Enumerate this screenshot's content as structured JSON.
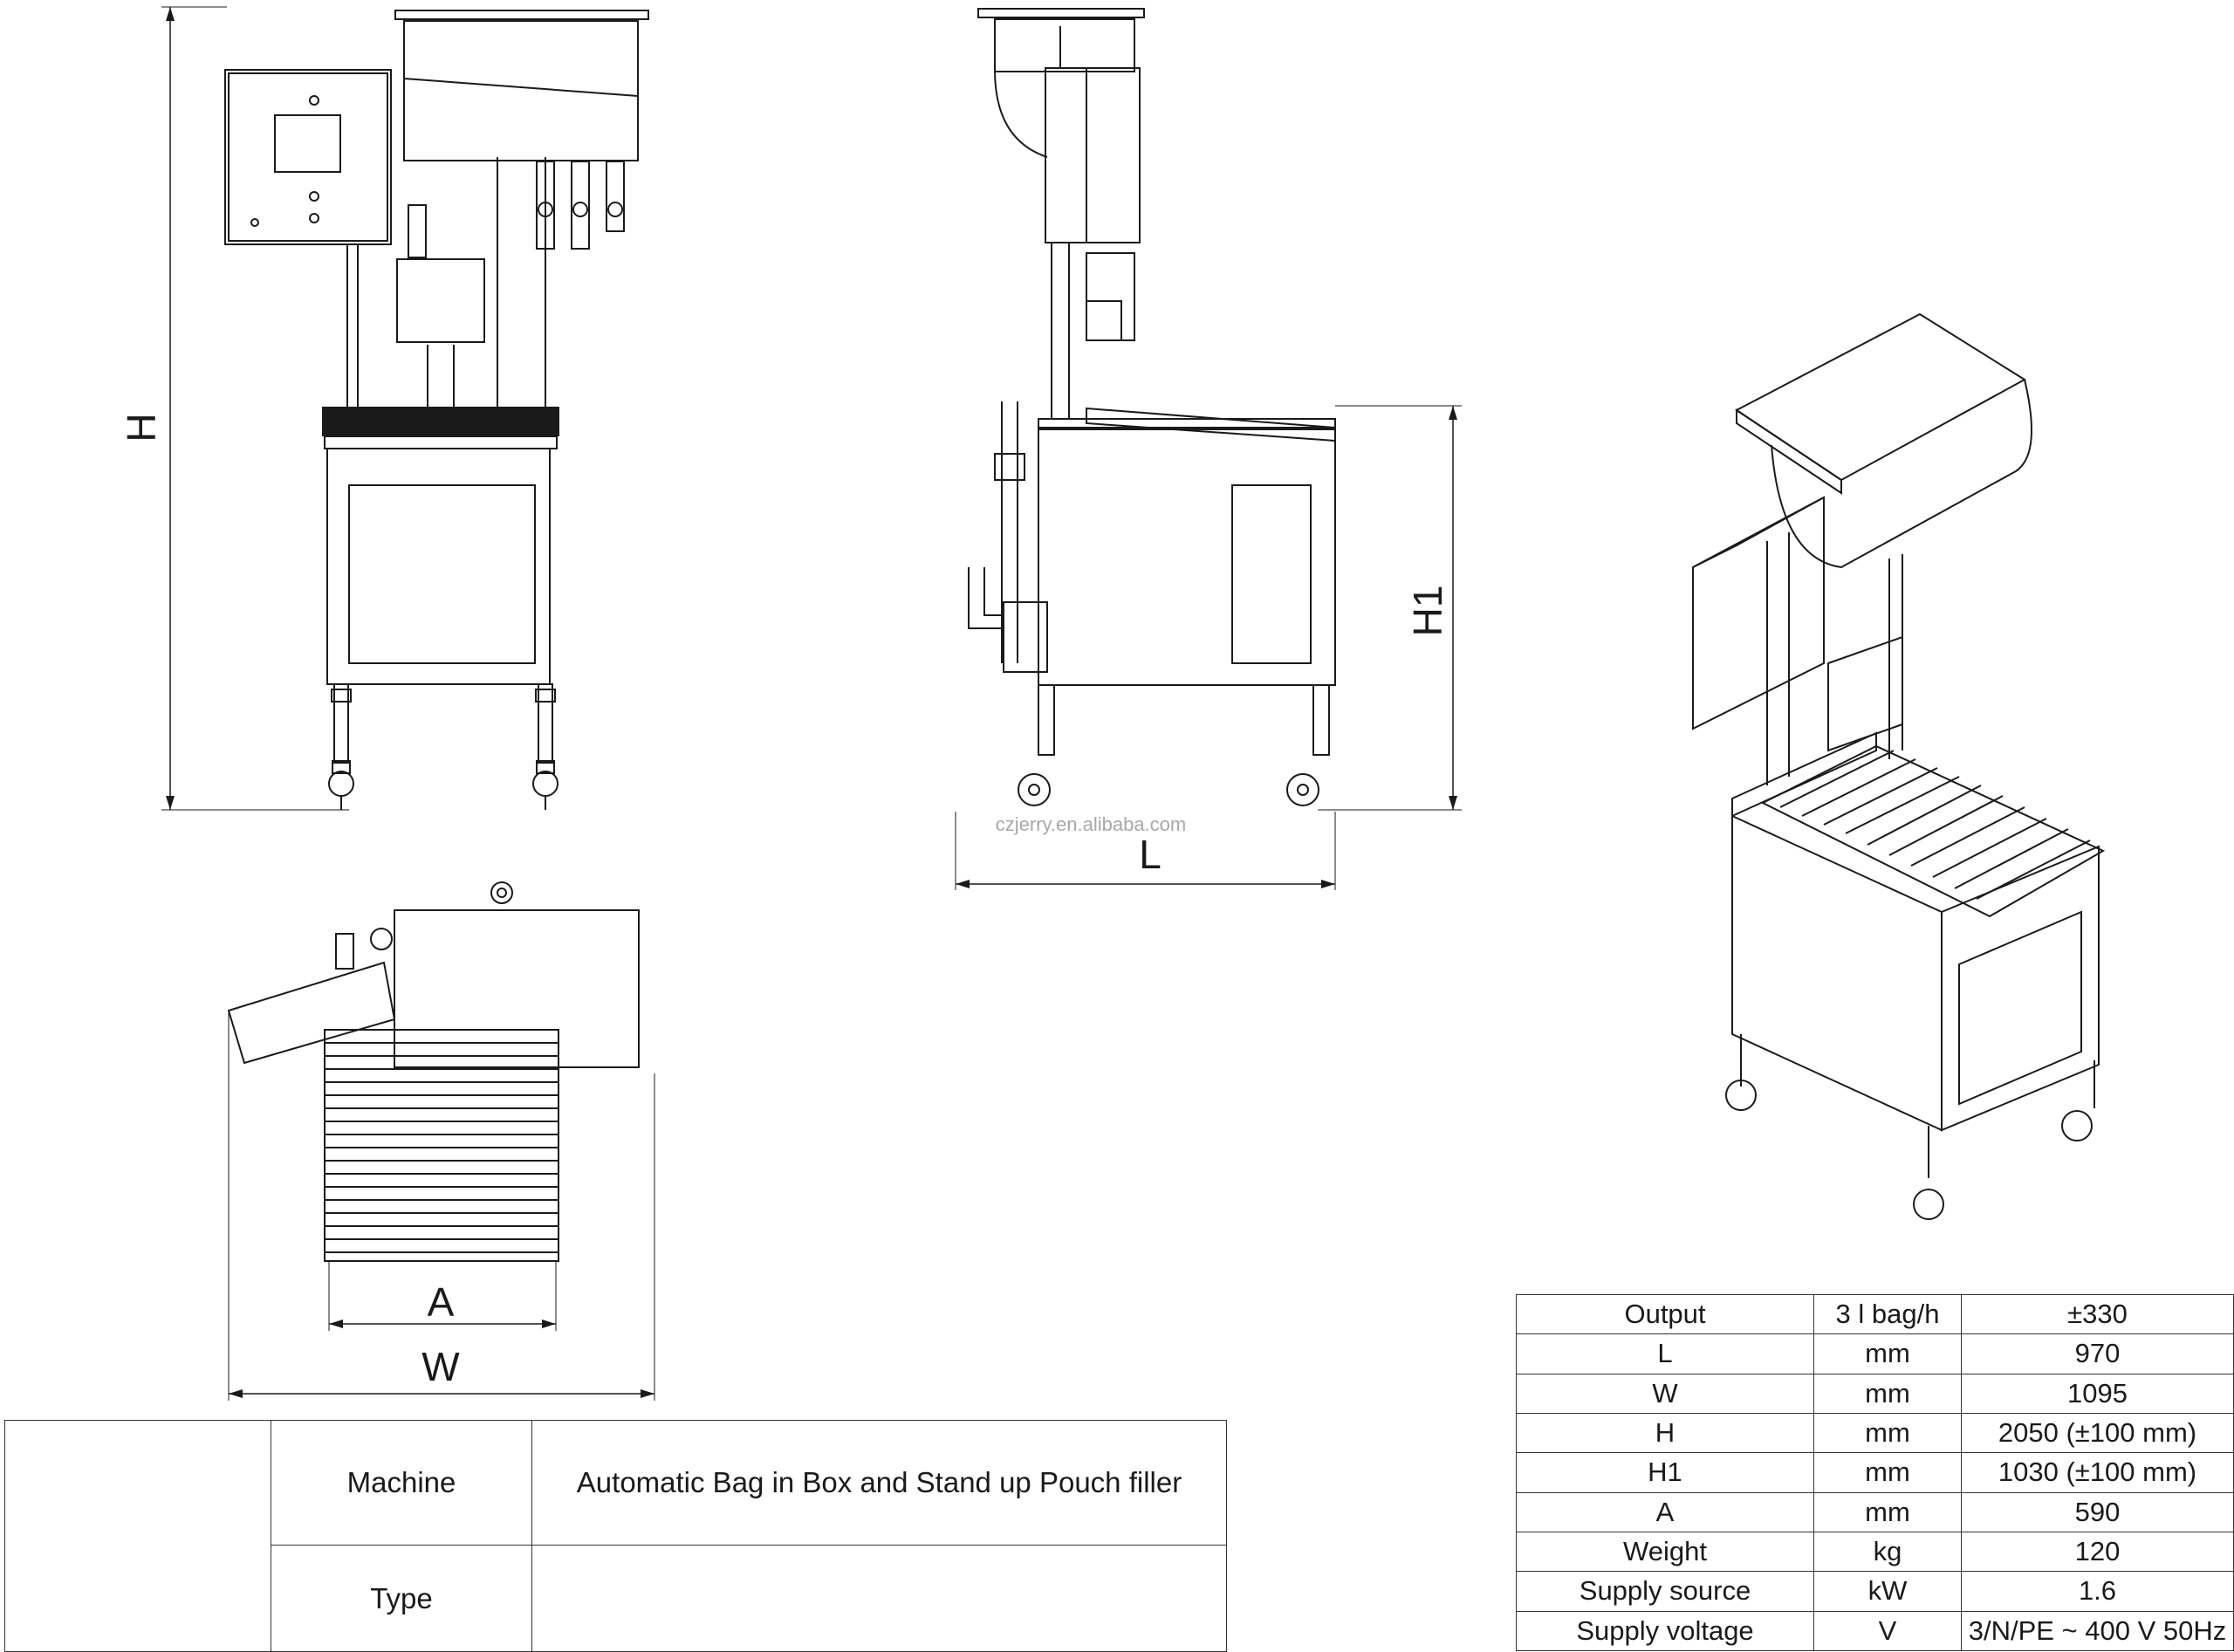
{
  "dimensions": {
    "height": "H",
    "height_table": "H1",
    "length": "L",
    "width_conveyor": "A",
    "width_total": "W"
  },
  "watermark": "czjerry.en.alibaba.com",
  "title_block": {
    "machine_label": "Machine",
    "machine_value": "Automatic Bag in Box and Stand up Pouch filler",
    "type_label": "Type",
    "type_value": ""
  },
  "specs": [
    {
      "param": "Output",
      "unit": "3 l bag/h",
      "value": "±330"
    },
    {
      "param": "L",
      "unit": "mm",
      "value": "970"
    },
    {
      "param": "W",
      "unit": "mm",
      "value": "1095"
    },
    {
      "param": "H",
      "unit": "mm",
      "value": "2050 (±100 mm)"
    },
    {
      "param": "H1",
      "unit": "mm",
      "value": "1030 (±100 mm)"
    },
    {
      "param": "A",
      "unit": "mm",
      "value": "590"
    },
    {
      "param": "Weight",
      "unit": "kg",
      "value": "120"
    },
    {
      "param": "Supply source",
      "unit": "kW",
      "value": "1.6"
    },
    {
      "param": "Supply voltage",
      "unit": "V",
      "value": "3/N/PE ~ 400 V 50Hz"
    }
  ]
}
